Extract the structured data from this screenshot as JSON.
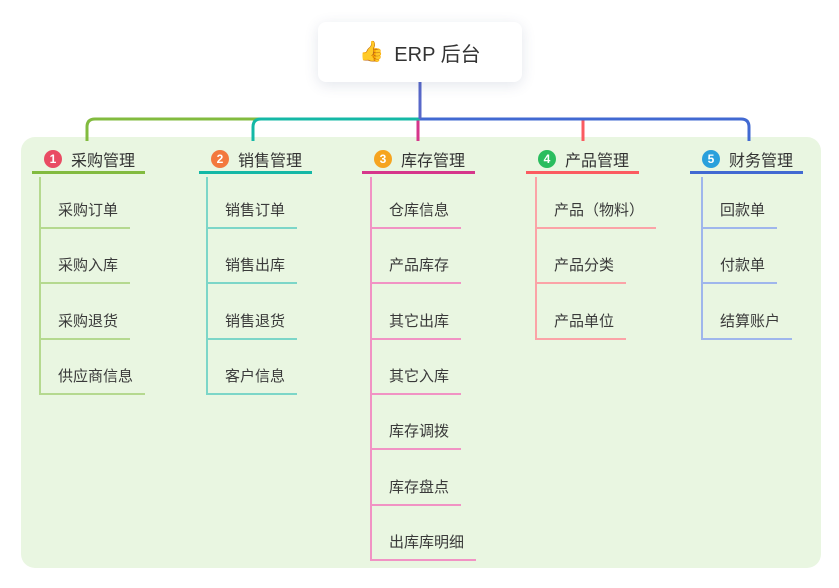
{
  "root": {
    "icon": "👍",
    "label": "ERP 后台"
  },
  "panel_color": "#e9f6e1",
  "root_line_color": "#5868c9",
  "branches": [
    {
      "num": "1",
      "label": "采购管理",
      "badge_color": "#e94b63",
      "line_color": "#82bb3f",
      "child_line_color": "#b5d98f",
      "children": [
        "采购订单",
        "采购入库",
        "采购退货",
        "供应商信息"
      ]
    },
    {
      "num": "2",
      "label": "销售管理",
      "badge_color": "#f3793e",
      "line_color": "#14b8a6",
      "child_line_color": "#7cd6c8",
      "children": [
        "销售订单",
        "销售出库",
        "销售退货",
        "客户信息"
      ]
    },
    {
      "num": "3",
      "label": "库存管理",
      "badge_color": "#f6a41f",
      "line_color": "#d6368b",
      "child_line_color": "#f193c4",
      "children": [
        "仓库信息",
        "产品库存",
        "其它出库",
        "其它入库",
        "库存调拨",
        "库存盘点",
        "出库库明细"
      ]
    },
    {
      "num": "4",
      "label": "产品管理",
      "badge_color": "#2abd5e",
      "line_color": "#fb5b60",
      "child_line_color": "#fba3a7",
      "children": [
        "产品（物料）",
        "产品分类",
        "产品单位"
      ]
    },
    {
      "num": "5",
      "label": "财务管理",
      "badge_color": "#2aa0dc",
      "line_color": "#4169d2",
      "child_line_color": "#9fb6ec",
      "children": [
        "回款单",
        "付款单",
        "结算账户"
      ]
    }
  ]
}
